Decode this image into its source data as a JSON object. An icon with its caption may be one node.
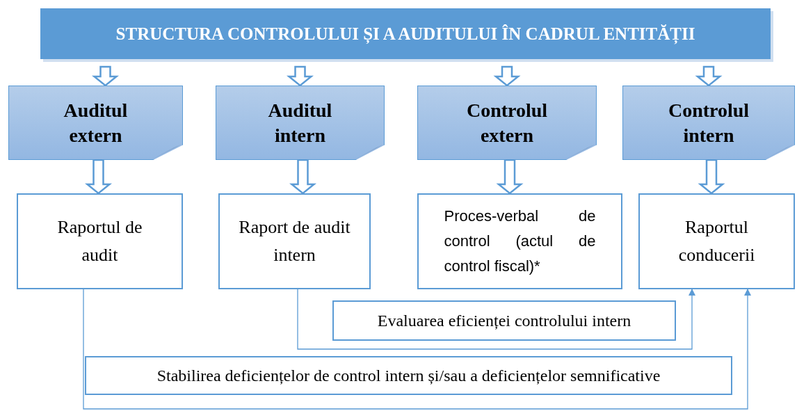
{
  "diagram": {
    "nodes": [
      {
        "text": [
          "STRUCTURA CONTROLULUI ȘI A AUDITULUI  ÎN CADRUL ENTITĂȚII"
        ]
      },
      {
        "text": [
          "Auditul extern"
        ]
      },
      {
        "text": [
          "Auditul intern"
        ]
      },
      {
        "text": [
          "Controlul extern"
        ]
      },
      {
        "text": [
          "Controlul intern"
        ]
      },
      {
        "text": [
          "Raportul de audit"
        ]
      },
      {
        "text": [
          "Raport de audit intern"
        ]
      },
      {
        "text": [
          "Proces-verbal de control (actul de control fiscal)*"
        ]
      },
      {
        "text": [
          "Raportul conducerii"
        ]
      },
      {
        "text": [
          "Evaluarea eficienței controlului intern"
        ]
      },
      {
        "text": [
          "Stabilirea deficiențelor de control intern și/sau a deficiențelor semnificative"
        ]
      }
    ],
    "edges": [
      {
        "from": 0,
        "to": 1,
        "arrow": "to"
      },
      {
        "from": 0,
        "to": 2,
        "arrow": "to"
      },
      {
        "from": 0,
        "to": 3,
        "arrow": "to"
      },
      {
        "from": 0,
        "to": 4,
        "arrow": "to"
      },
      {
        "from": 1,
        "to": 5,
        "arrow": "to"
      },
      {
        "from": 2,
        "to": 6,
        "arrow": "to"
      },
      {
        "from": 3,
        "to": 7,
        "arrow": "to"
      },
      {
        "from": 4,
        "to": 8,
        "arrow": "to"
      },
      {
        "from": 6,
        "to": 8,
        "arrow": "to"
      },
      {
        "from": 5,
        "to": 8,
        "arrow": "to"
      }
    ]
  }
}
